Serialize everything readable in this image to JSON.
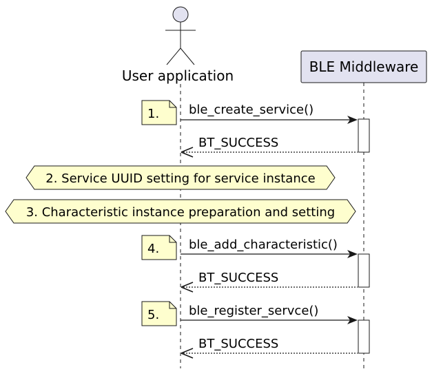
{
  "participants": {
    "user": {
      "label": "User application",
      "kind": "actor"
    },
    "middleware": {
      "label": "BLE Middleware",
      "kind": "participant"
    }
  },
  "steps": [
    {
      "number": "1.",
      "call": "ble_create_service()",
      "reply": "BT_SUCCESS"
    },
    {
      "note": "2. Service UUID setting for service instance"
    },
    {
      "note": "3. Characteristic instance preparation and setting"
    },
    {
      "number": "4.",
      "call": "ble_add_characteristic()",
      "reply": "BT_SUCCESS"
    },
    {
      "number": "5.",
      "call": "ble_register_servce()",
      "reply": "BT_SUCCESS"
    }
  ],
  "colors": {
    "participant_fill": "#e2e2f0",
    "note_fill": "#fefece",
    "line": "#181818",
    "text": "#000000",
    "background": "#ffffff"
  }
}
